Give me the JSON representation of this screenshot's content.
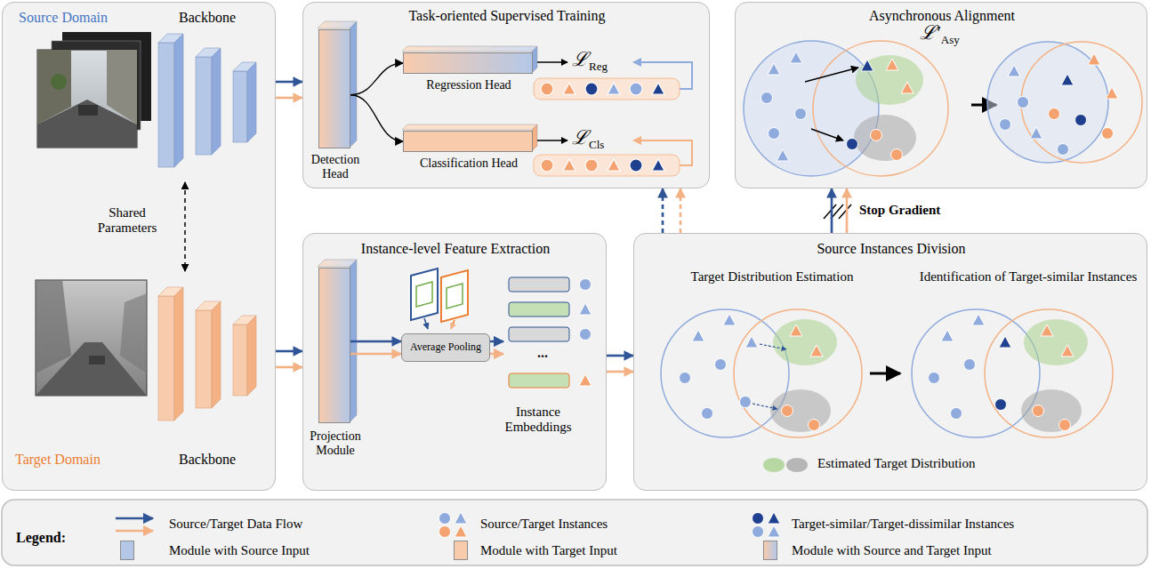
{
  "diagram": {
    "nodes": [
      {
        "text": [
          "Source Domain",
          "Backbone",
          "Shared Parameters",
          "Target Domain",
          "Backbone"
        ]
      },
      {
        "text": [
          "Task-oriented Supervised Training"
        ]
      },
      {
        "text": [
          "Detection Head"
        ],
        "in": 1
      },
      {
        "text": [
          "Regression Head"
        ],
        "in": 1
      },
      {
        "text": [
          "Classification Head"
        ],
        "in": 1
      },
      {
        "text": [
          "Asynchronous Alignment"
        ]
      },
      {
        "text": [
          "Instance-level Feature Extraction"
        ]
      },
      {
        "text": [
          "Projection Module"
        ],
        "in": 6
      },
      {
        "text": [
          "Average Pooling"
        ],
        "in": 6
      },
      {
        "text": [
          "Source Instances Division",
          "Target Distribution Estimation",
          "Identification of Target-similar Instances",
          "Estimated Target Distribution"
        ]
      }
    ],
    "edges": [
      {
        "from": 0,
        "to": 1,
        "arrow": "to"
      },
      {
        "from": 0,
        "to": 6,
        "arrow": "to"
      },
      {
        "from": 2,
        "to": 3,
        "arrow": "to"
      },
      {
        "from": 2,
        "to": 4,
        "arrow": "to"
      },
      {
        "from": 7,
        "to": 8,
        "arrow": "to"
      },
      {
        "from": 6,
        "to": 9,
        "arrow": "to"
      },
      {
        "from": 9,
        "to": 1,
        "arrow": "to"
      },
      {
        "from": 9,
        "to": 5,
        "arrow": "to",
        "label": "Stop Gradient"
      }
    ],
    "labels": [
      "ℒ",
      "Reg",
      "ℒ",
      "Cls",
      "ℒ′",
      "Asy",
      "Instance Embeddings",
      "...",
      "Legend:"
    ],
    "legend": [
      {
        "text": "Source/Target Data Flow"
      },
      {
        "text": "Source/Target Instances"
      },
      {
        "text": "Target-similar/Target-dissimilar Instances"
      },
      {
        "text": "Module with Source Input",
        "color": "#b4c7e7"
      },
      {
        "text": "Module with Target Input",
        "color": "#f8cbad"
      },
      {
        "text": "Module with Source and Target Input"
      }
    ]
  }
}
